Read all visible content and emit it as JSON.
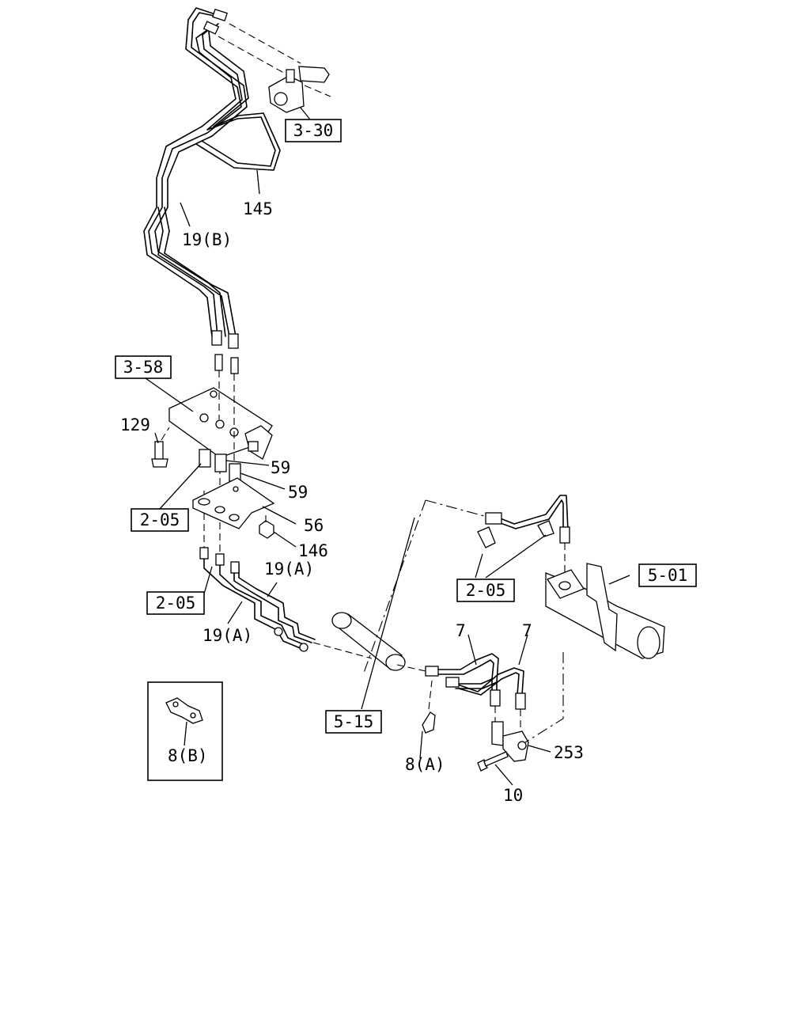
{
  "labels": {
    "ref_3_30": "3-30",
    "p145": "145",
    "p19b": "19(B)",
    "ref_3_58": "3-58",
    "p129": "129",
    "p59a": "59",
    "p59b": "59",
    "ref_2_05_a": "2-05",
    "p56": "56",
    "p146": "146",
    "p19a_upper": "19(A)",
    "ref_2_05_b": "2-05",
    "p19a_lower": "19(A)",
    "ref_2_05_c": "2-05",
    "ref_5_01": "5-01",
    "p7a": "7",
    "p7b": "7",
    "ref_5_15": "5-15",
    "p253": "253",
    "p8a": "8(A)",
    "p10": "10",
    "p8b": "8(B)"
  }
}
